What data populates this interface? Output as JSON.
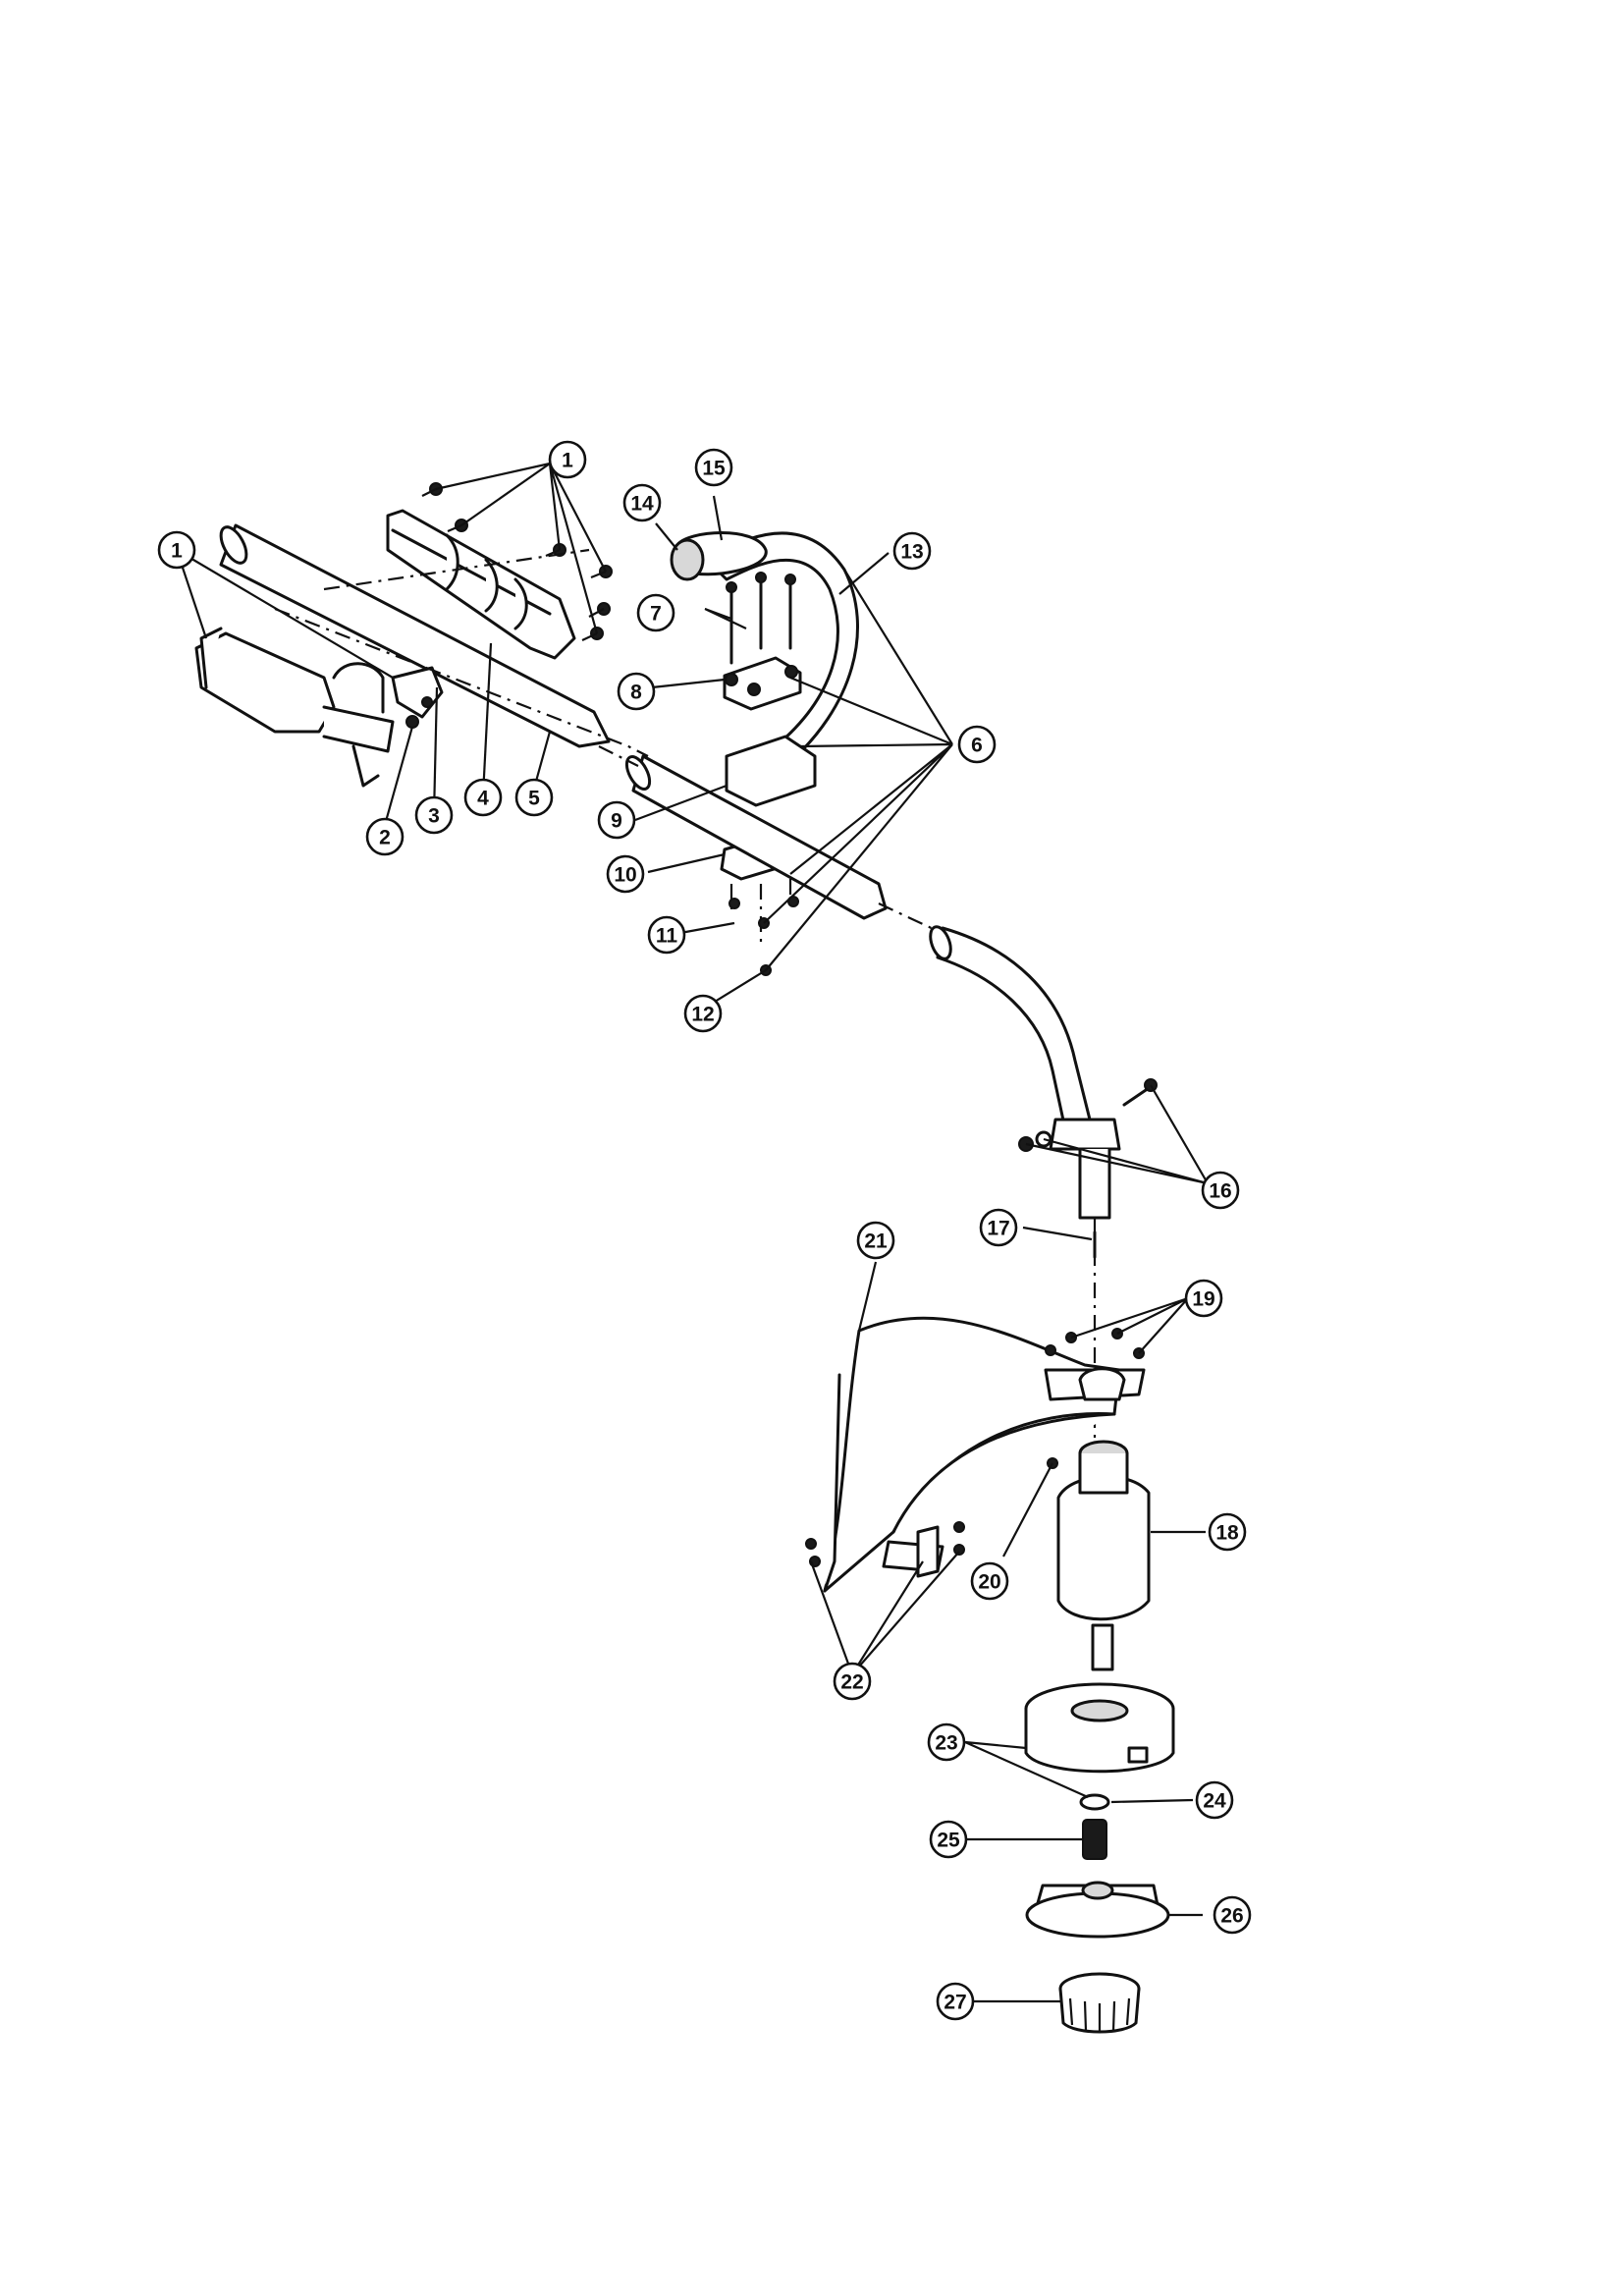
{
  "callouts": [
    {
      "id": "c1a",
      "label": "1"
    },
    {
      "id": "c1b",
      "label": "1"
    },
    {
      "id": "c2",
      "label": "2"
    },
    {
      "id": "c3",
      "label": "3"
    },
    {
      "id": "c4",
      "label": "4"
    },
    {
      "id": "c5",
      "label": "5"
    },
    {
      "id": "c6",
      "label": "6"
    },
    {
      "id": "c7",
      "label": "7"
    },
    {
      "id": "c8",
      "label": "8"
    },
    {
      "id": "c9",
      "label": "9"
    },
    {
      "id": "c10",
      "label": "10"
    },
    {
      "id": "c11",
      "label": "11"
    },
    {
      "id": "c12",
      "label": "12"
    },
    {
      "id": "c13",
      "label": "13"
    },
    {
      "id": "c14",
      "label": "14"
    },
    {
      "id": "c15",
      "label": "15"
    },
    {
      "id": "c16",
      "label": "16"
    },
    {
      "id": "c17",
      "label": "17"
    },
    {
      "id": "c18",
      "label": "18"
    },
    {
      "id": "c19",
      "label": "19"
    },
    {
      "id": "c20",
      "label": "20"
    },
    {
      "id": "c21",
      "label": "21"
    },
    {
      "id": "c22",
      "label": "22"
    },
    {
      "id": "c23",
      "label": "23"
    },
    {
      "id": "c24",
      "label": "24"
    },
    {
      "id": "c25",
      "label": "25"
    },
    {
      "id": "c26",
      "label": "26"
    },
    {
      "id": "c27",
      "label": "27"
    }
  ]
}
